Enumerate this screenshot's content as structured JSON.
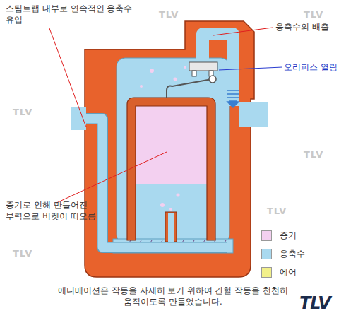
{
  "diagram": {
    "caption": "에니메이션은 작동을 자세히 보기 위하여 간헐 작동을 천천히 움직이도록 만들었습니다.",
    "labels": [
      "스팀트랩 내부로 연속적인 응축수 유입",
      "응축수의 배출",
      "오리피스 열림",
      "증기로 인해 만들어진 부력으로 버켓이 떠오름",
      "TLV",
      "TLV",
      "TLV",
      "TLV",
      "TLV",
      "TLV",
      "TLV"
    ],
    "legend": [
      {
        "text": "증기",
        "color": "#f3d0f0"
      },
      {
        "text": "응축수",
        "color": "#a9d9ef"
      },
      {
        "text": "에어",
        "color": "#f2f08a"
      }
    ]
  }
}
